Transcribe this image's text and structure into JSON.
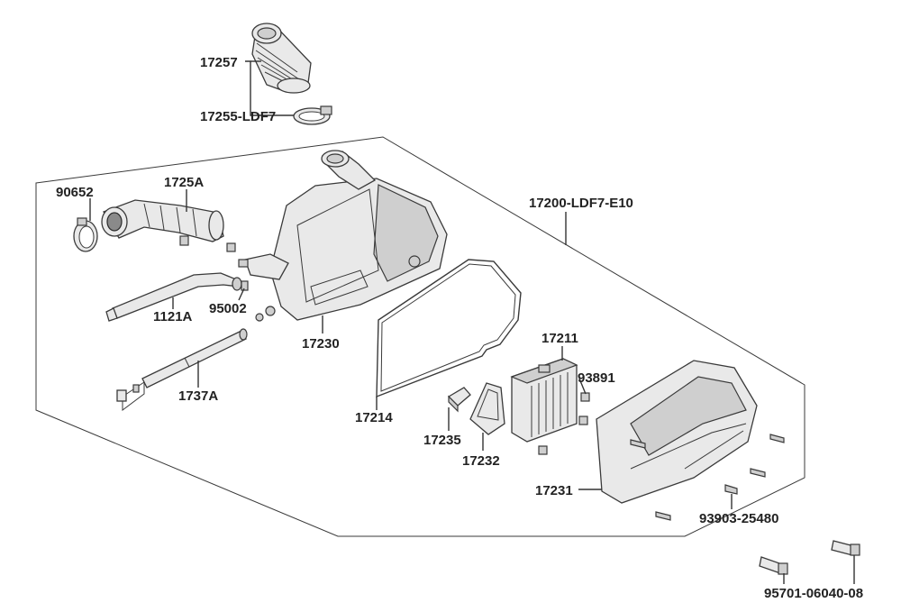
{
  "labels": {
    "p17257": "17257",
    "p17255": "17255-LDF7",
    "p90652": "90652",
    "p1725A": "1725A",
    "p17200": "17200-LDF7-E10",
    "p95002": "95002",
    "p1121A": "1121A",
    "p17230": "17230",
    "p1737A": "1737A",
    "p17211": "17211",
    "p93891": "93891",
    "p17214": "17214",
    "p17235": "17235",
    "p17232": "17232",
    "p17231": "17231",
    "p93903": "93903-25480",
    "p95701": "95701-06040-08"
  },
  "colors": {
    "line": "#333333",
    "part_fill": "#e9e9e9",
    "part_shade": "#cfcfcf",
    "dark": "#8a8a8a"
  }
}
